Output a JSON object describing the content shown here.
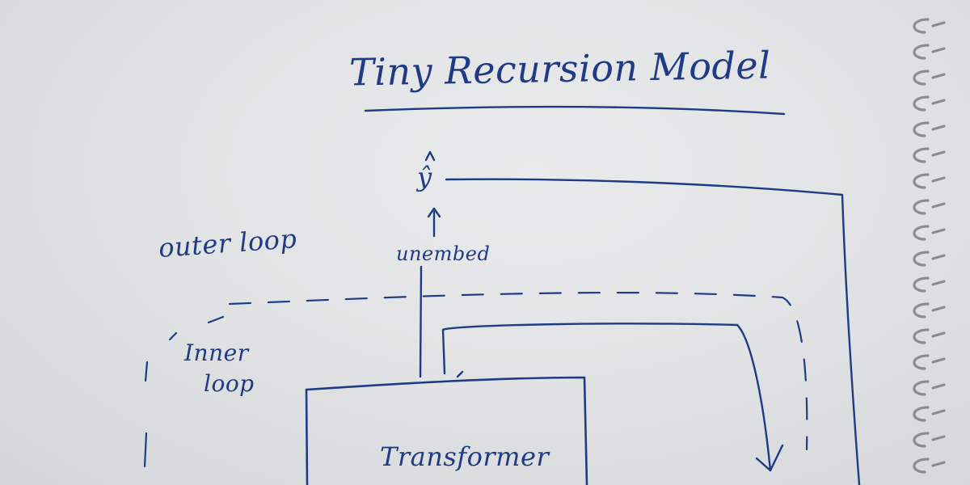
{
  "diagram": {
    "title": "Tiny Recursion Model",
    "outer_loop_label": "outer loop",
    "inner_loop_label_line1": "Inner",
    "inner_loop_label_line2": "loop",
    "output_label": "ŷ",
    "unembed_label": "unembed",
    "block_label": "Transformer"
  },
  "colors": {
    "ink": "#1f3b86",
    "paper": "#e3e5e6",
    "binding_wire": "#8a8d90"
  }
}
